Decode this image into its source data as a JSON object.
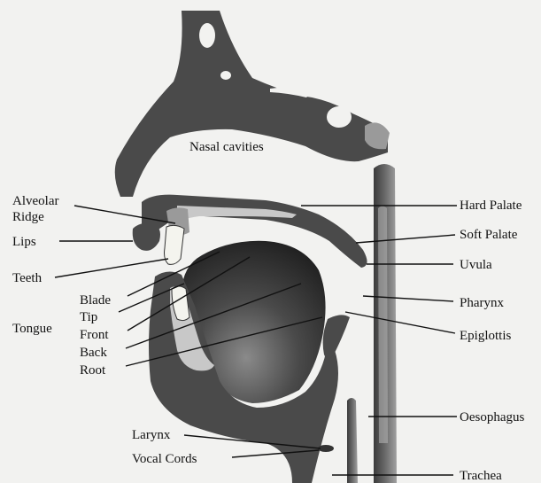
{
  "diagram": {
    "labels": {
      "nasal_cavities": "Nasal cavities",
      "alveolar_ridge_line1": "Alveolar",
      "alveolar_ridge_line2": "Ridge",
      "lips": "Lips",
      "teeth": "Teeth",
      "tongue": "Tongue",
      "blade": "Blade",
      "tip": "Tip",
      "front": "Front",
      "back": "Back",
      "root": "Root",
      "larynx": "Larynx",
      "vocal_cords": "Vocal Cords",
      "hard_palate": "Hard Palate",
      "soft_palate": "Soft Palate",
      "uvula": "Uvula",
      "pharynx": "Pharynx",
      "epiglottis": "Epiglottis",
      "oesophagus": "Oesophagus",
      "trachea": "Trachea"
    },
    "colors": {
      "tissue": "#4a4a4a",
      "mid_gray": "#9a9a9a",
      "light_gray": "#c8c8c8",
      "teeth": "#f4f4ee",
      "background": "#f2f2f0",
      "text": "#111111"
    }
  }
}
